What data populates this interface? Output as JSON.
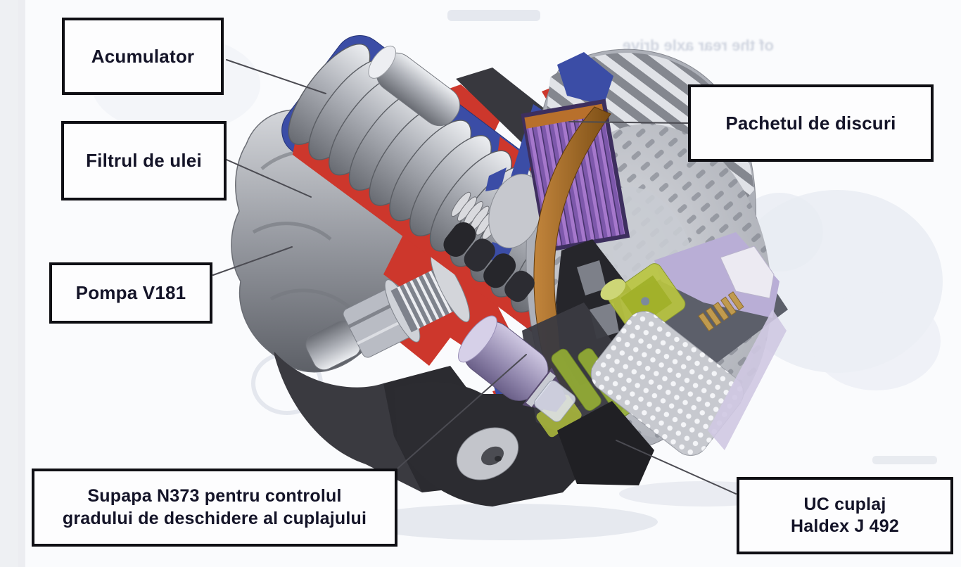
{
  "figure": {
    "labels": {
      "accumulator": "Acumulator",
      "oil_filter": "Filtrul de ulei",
      "pump": "Pompa V181",
      "valve_line1": "Supapa N373 pentru controlul",
      "valve_line2": "gradului de deschidere al cuplajului",
      "disc_pack": "Pachetul de discuri",
      "ecu_line1": "UC cuplaj",
      "ecu_line2": "Haldex J 492"
    },
    "ghost": {
      "bleedthrough_text": "of the rear axle drive"
    }
  },
  "colors": {
    "background": "#fafbfd",
    "cut_red": "#cd372c",
    "housing_blue": "#3b4da6",
    "disc_purple": "#8a63b5",
    "friction_brown": "#a5702a",
    "ecu_lavender": "#b9aed6",
    "pcb_green": "#b5c24f",
    "label_border": "#0f0f14",
    "label_text": "#141428",
    "leader_line": "#4b4b52"
  }
}
